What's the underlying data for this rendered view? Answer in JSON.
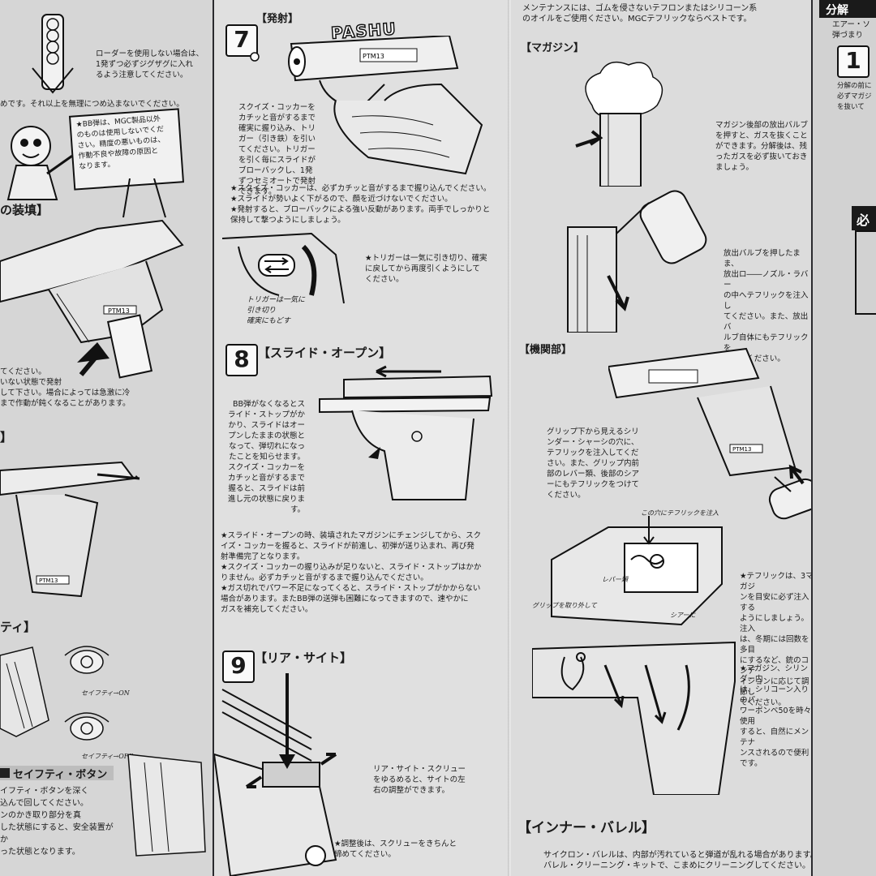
{
  "left_page": {
    "loader_note": "ローダーを使用しない場合は、\n1発ずつ必ずジグザグに入れ\nるよう注意してください。",
    "capacity_note": "めです。それ以上を無理につめ込まないでください。",
    "board_note": "★BB弾は、MGC製品以外\nのものは使用しないでくだ\nさい。精度の悪いものは、\n作動不良や故障の原因と\nなります。",
    "load_heading": "の装填】",
    "load_note": "てください。\nいない状態で発射\nして下さい。場合によっては急激に冷\nまで作動が鈍くなることがあります。",
    "section_bracket": "】",
    "safety_heading": "ティ】",
    "safety_on_label": "セイフティ→ON",
    "safety_off_label": "セイフティ→OFF",
    "safety_button_heading": "セイフティ・ボタン",
    "safety_button_note": "イフティ・ボタンを深く\n込んで回してください。\nンのかき取り部分を真\nした状態にすると、安全装置がか\nった状態となります。"
  },
  "middle_page": {
    "step7": {
      "number": "7",
      "title": "【発射】",
      "sfx": "PASHU",
      "body": "スクイズ・コッカーを\nカチッと音がするまで\n確実に握り込み、トリ\nガー（引き鉄）を引い\nてください。トリガー\nを引く毎にスライドが\nブローバックし、1発\nずつセミオートで発射\nできます。",
      "notes": "★スクイズ・コッカーは、必ずカチッと音がするまで握り込んでください。\n★スライドが勢いよく下がるので、顔を近づけないでください。\n★発射すると、ブローバックによる強い反動があります。両手でしっかりと\n保持して撃つようにしましょう。",
      "trigger_note": "★トリガーは一気に引き切り、確実\nに戻してから再度引くようにして\nください。",
      "handwritten": "トリガーは一気に\n引き切り\n確実にもどす"
    },
    "step8": {
      "number": "8",
      "title": "【スライド・オープン】",
      "body": "BB弾がなくなるとス\nライド・ストップがか\nかり、スライドはオー\nプンしたままの状態と\nなって、弾切れになっ\nたことを知らせます。\nスクイズ・コッカーを\nカチッと音がするまで\n握ると、スライドは前\n進し元の状態に戻りま\nす。",
      "notes": "★スライド・オープンの時、装填されたマガジンにチェンジしてから、スク\nイズ・コッカーを握ると、スライドが前進し、初弾が送り込まれ、再び発\n射準備完了となります。\n★スクイズ・コッカーの握り込みが足りないと、スライド・ストップはかか\nりません。必ずカチッと音がするまで握り込んでください。\n★ガス切れでパワー不足になってくると、スライド・ストップがかからない\n場合があります。またBB弾の送弾も困難になってきますので、速やかに\nガスを補充してください。"
    },
    "step9": {
      "number": "9",
      "title": "【リア・サイト】",
      "body": "リア・サイト・スクリュー\nをゆるめると、サイトの左\n右の調整ができます。",
      "note": "★調整後は、スクリューをきちんと\n締めてください。"
    },
    "gun_engraving": "PTM13"
  },
  "right_page": {
    "maintenance_intro": "メンテナンスには、ゴムを侵さないテフロンまたはシリコーン系\nのオイルをご使用ください。MGCテフリックならベストです。",
    "magazine_heading": "【マガジン】",
    "magazine_note1": "マガジン後部の放出バルブ\nを押すと、ガスを抜くこと\nができます。分解後は、残\nったガスを必ず抜いておき\nましょう。",
    "magazine_note2": "放出バルブを押したまま、\n放出ロ――ノズル・ラバー\nの中へテフリックを注入し\nてください。また、放出バ\nルブ自体にもテフリックを\nつけてください。",
    "mechanism_heading": "【機関部】",
    "mechanism_note": "グリップ下から見えるシリ\nンダー・シャーシの穴に、\nテフリックを注入してくだ\nさい。また、グリップ内前\n部のレバー類、後部のシア\nーにもテフリックをつけて\nください。",
    "hand_inject": "この穴にテフリックを注入",
    "hand_lever": "レバー類",
    "hand_grip": "グリップを取り外して",
    "hand_sear": "シアーに",
    "tefric_note": "★テフリックは、3マガジ\nンを目安に必ず注入する\nようにしましょう。注入\nは、冬期には回数を多目\nにするなど、銃のコンデ\nィションに応じて調節し\nてください。",
    "magazine_cylinder_note": "★マガジン、シリンダー内\nは、シリコーン入りのパ\nワーボンベ50を時々使用\nすると、自然にメンテナ\nンスされるので便利です。",
    "inner_barrel_heading": "【インナー・バレル】",
    "inner_barrel_note": "サイクロン・バレルは、内部が汚れていると弾道が乱れる場合があります。\nバレル・クリーニング・キットで、こまめにクリーニングしてください。"
  },
  "far_page": {
    "heading": "分解",
    "text": "エアー・ソ\n弾づまり",
    "step_number": "1",
    "small_text": "分解の前に\n必ずマガジ\nを抜いて",
    "warning_heading": "必"
  }
}
